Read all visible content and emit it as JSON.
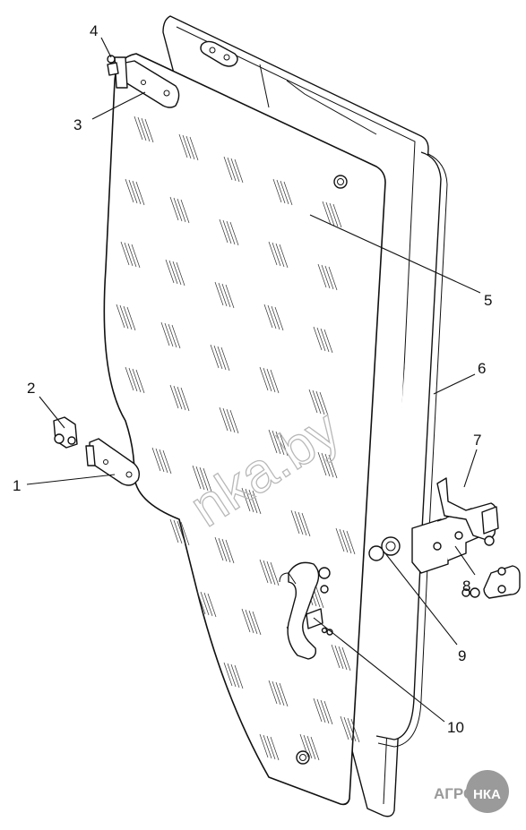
{
  "callouts": [
    {
      "num": "1"
    },
    {
      "num": "2"
    },
    {
      "num": "3"
    },
    {
      "num": "4"
    },
    {
      "num": "5"
    },
    {
      "num": "6"
    },
    {
      "num": "7"
    },
    {
      "num": "8"
    },
    {
      "num": "9"
    },
    {
      "num": "10"
    }
  ],
  "watermark": {
    "text": "nka.by"
  },
  "logo": {
    "text_left": "АГРО",
    "text_right": "НКА"
  },
  "colors": {
    "line": "#111111",
    "watermark": "#b8b8b8",
    "logo_circle": "#9a9a9a",
    "background": "#ffffff"
  }
}
